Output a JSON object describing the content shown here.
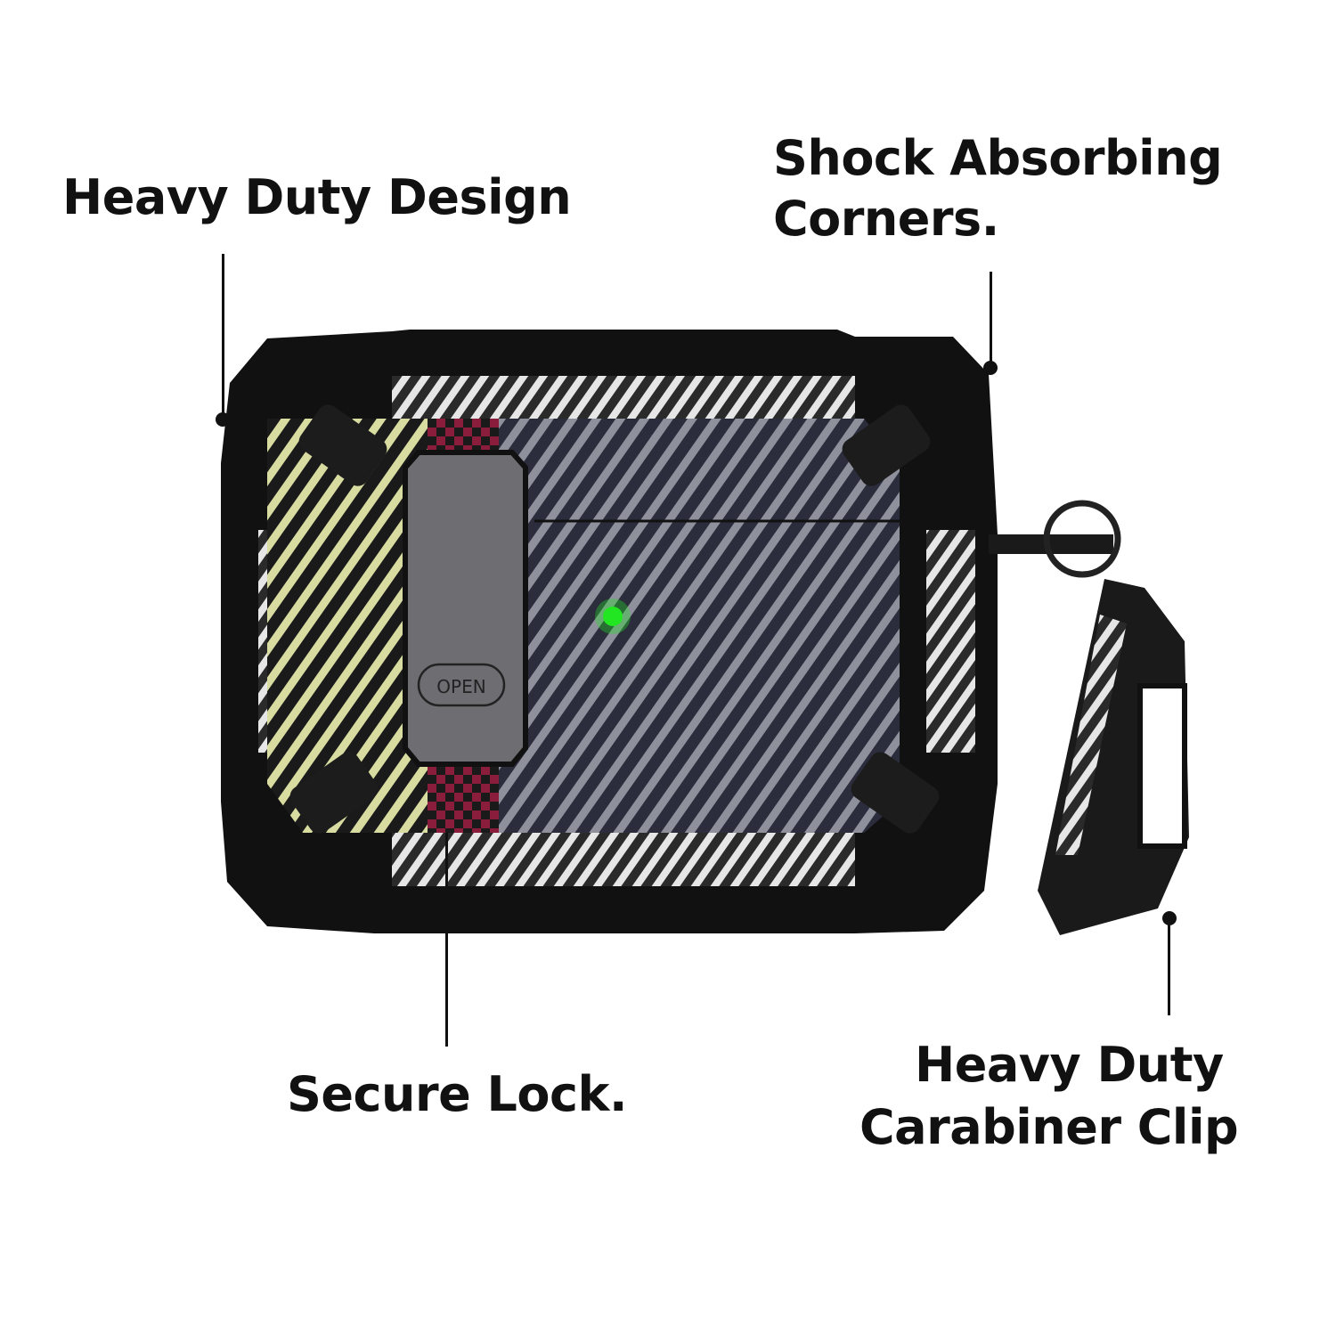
{
  "callouts": {
    "heavy_duty_design": "Heavy Duty Design",
    "shock_line1": "Shock Absorbing",
    "shock_line2": "Corners.",
    "secure_lock": "Secure Lock.",
    "carabiner_line1": "Heavy Duty",
    "carabiner_line2": "Carabiner Clip"
  },
  "product": {
    "lock_button_label": "OPEN",
    "led_color": "#22e622",
    "colors": {
      "frame": "#111111",
      "main_panel": "#3c3f52",
      "stripe_light": "#9a9aa6",
      "accent_left": "#d8dca0",
      "accent_red": "#8a1c3c",
      "lock_slider": "#6e6e72",
      "rail_light": "#d8d8d8"
    }
  }
}
